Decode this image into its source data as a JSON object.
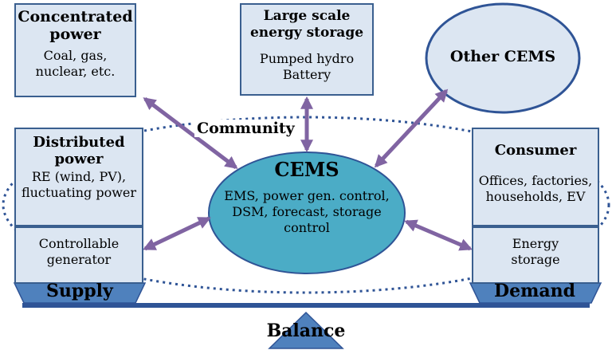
{
  "concentrated": {
    "title": "Concentrated power",
    "text": "Coal, gas, nuclear, etc."
  },
  "storage_large": {
    "title": "Large scale energy storage",
    "line1": "Pumped hydro",
    "line2": "Battery"
  },
  "other_cems": {
    "title": "Other CEMS"
  },
  "community": {
    "label": "Community"
  },
  "cems": {
    "title": "CEMS",
    "text": "EMS, power gen. control, DSM, forecast, storage control"
  },
  "distributed": {
    "title": "Distributed power",
    "text": "RE (wind, PV), fluctuating power"
  },
  "controllable": {
    "text": "Controllable generator"
  },
  "consumer": {
    "title": "Consumer",
    "text": "Offices, factories, households, EV"
  },
  "energy_storage": {
    "text": "Energy storage"
  },
  "supply": {
    "label": "Supply"
  },
  "demand": {
    "label": "Demand"
  },
  "balance": {
    "label": "Balance"
  },
  "colors": {
    "box_fill": "#dce6f2",
    "box_border": "#3a5f8f",
    "cems_fill": "#4bacc6",
    "arrow": "#8064a2",
    "scale": "#4f81bd"
  }
}
